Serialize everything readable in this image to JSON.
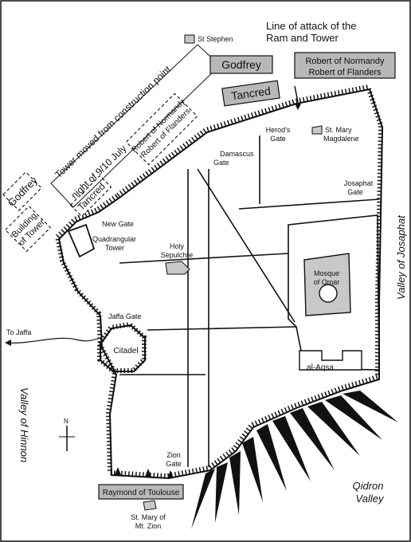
{
  "labels": {
    "line_of_attack_1": "Line of attack of the",
    "line_of_attack_2": "Ram and Tower",
    "st_stephen": "St Stephen",
    "godfrey_top": "Godfrey",
    "tancred_top": "Tancred",
    "robert_normandy": "Robert of Normandy",
    "robert_flanders": "Robert of Flanders",
    "tower_moved": "Tower moved from construction point",
    "night": "night of 9/10 July",
    "godfrey_dashed": "Godfrey",
    "tancred_dashed": "Tancred",
    "robert_normandy_dashed": "Robert of Normandy",
    "robert_flanders_dashed": "Robert of Flanders",
    "building_1": "Building",
    "building_2": "of Tower",
    "herods_1": "Herod's",
    "herods_2": "Gate",
    "st_mary_mag_1": "St. Mary",
    "st_mary_mag_2": "Magdalene",
    "damascus_1": "Damascus",
    "damascus_2": "Gate",
    "josaphat_1": "Josaphat",
    "josaphat_2": "Gate",
    "new_gate": "New Gate",
    "quad_1": "Quadrangular",
    "quad_2": "Tower",
    "holy_1": "Holy",
    "holy_2": "Sepulchre",
    "mosque_1": "Mosque",
    "mosque_2": "of Omar",
    "valley_josaphat": "Valley of Josaphat",
    "to_jaffa": "To Jaffa",
    "jaffa_gate": "Jaffa Gate",
    "citadel": "Citadel",
    "al_aqsa": "al-Aqsa",
    "valley_hinnon": "Valley of Hinnon",
    "north": "N",
    "zion_1": "Zion",
    "zion_2": "Gate",
    "raymond": "Raymond of Toulouse",
    "st_mary_zion_1": "St. Mary of",
    "st_mary_zion_2": "Mt. Zion",
    "qidron_1": "Qidron",
    "qidron_2": "Valley"
  },
  "colors": {
    "ink": "#111111",
    "grey_box": "#b8b8b8",
    "building_fill": "#c8c8c8"
  }
}
